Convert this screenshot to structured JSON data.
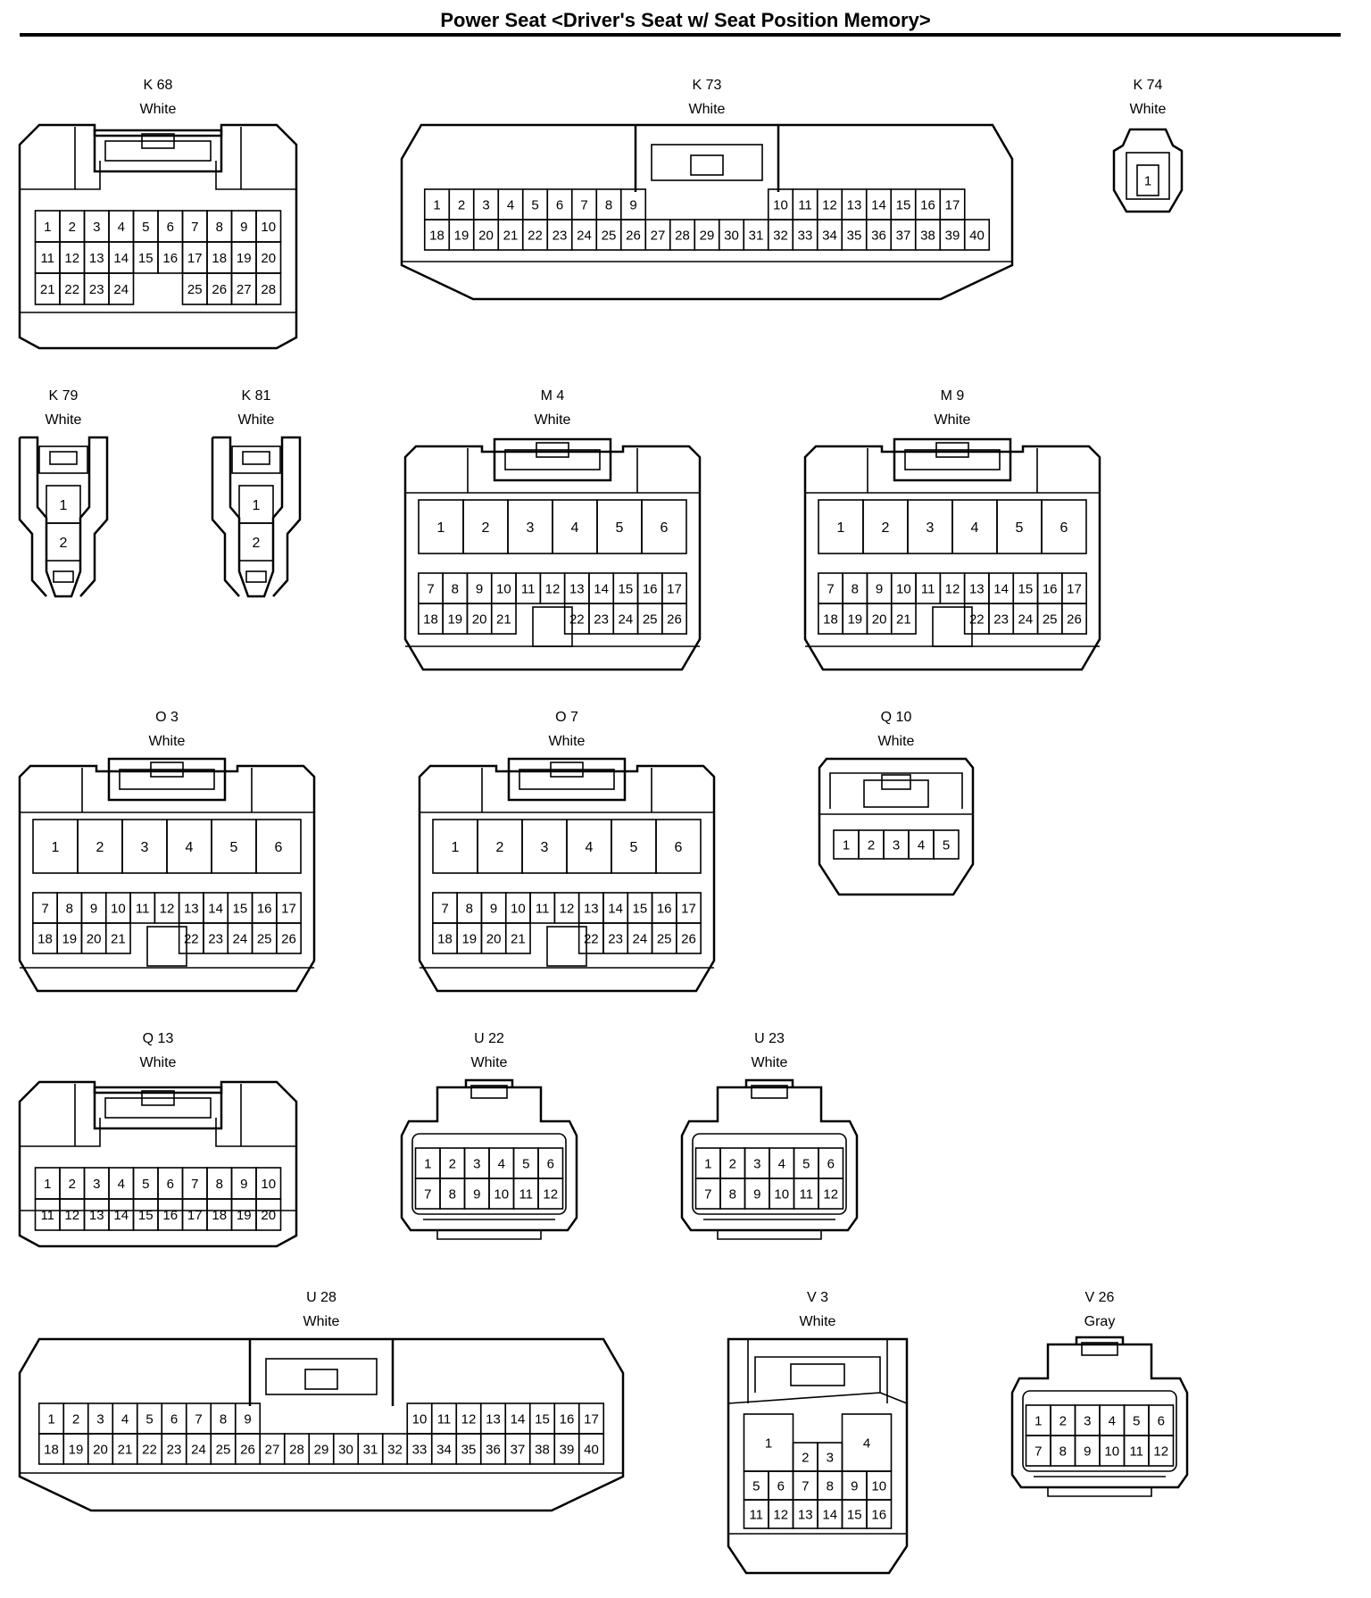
{
  "title": "Power Seat <Driver's Seat w/ Seat Position Memory>",
  "connectors": [
    {
      "id": "K 68",
      "color": "White",
      "style": "std",
      "rows": [
        [
          "1",
          "2",
          "3",
          "4",
          "5",
          "6",
          "7",
          "8",
          "9",
          "10"
        ],
        [
          "11",
          "12",
          "13",
          "14",
          "15",
          "16",
          "17",
          "18",
          "19",
          "20"
        ],
        [
          "21",
          "22",
          "23",
          "24",
          "",
          "",
          "25",
          "26",
          "27",
          "28"
        ]
      ]
    },
    {
      "id": "K 73",
      "color": "White",
      "style": "long",
      "rows": [
        [
          "1",
          "2",
          "3",
          "4",
          "5",
          "6",
          "7",
          "8",
          "9",
          "",
          "",
          "",
          "",
          "",
          "10",
          "11",
          "12",
          "13",
          "14",
          "15",
          "16",
          "17"
        ],
        [
          "18",
          "19",
          "20",
          "21",
          "22",
          "23",
          "24",
          "25",
          "26",
          "27",
          "28",
          "29",
          "30",
          "31",
          "32",
          "33",
          "34",
          "35",
          "36",
          "37",
          "38",
          "39",
          "40"
        ]
      ]
    },
    {
      "id": "K 74",
      "color": "White",
      "style": "single",
      "rows": [
        [
          "1"
        ]
      ]
    },
    {
      "id": "K 79",
      "color": "White",
      "style": "two",
      "rows": [
        [
          "1"
        ],
        [
          "2"
        ]
      ]
    },
    {
      "id": "K 81",
      "color": "White",
      "style": "two",
      "rows": [
        [
          "1"
        ],
        [
          "2"
        ]
      ]
    },
    {
      "id": "M 4",
      "color": "White",
      "style": "big",
      "rows": [
        [
          "1",
          "2",
          "3",
          "4",
          "5",
          "6"
        ],
        [
          "7",
          "8",
          "9",
          "10",
          "11",
          "12",
          "13",
          "14",
          "15",
          "16",
          "17"
        ],
        [
          "18",
          "19",
          "20",
          "21",
          "",
          "",
          "22",
          "23",
          "24",
          "25",
          "26"
        ]
      ]
    },
    {
      "id": "M 9",
      "color": "White",
      "style": "big",
      "rows": [
        [
          "1",
          "2",
          "3",
          "4",
          "5",
          "6"
        ],
        [
          "7",
          "8",
          "9",
          "10",
          "11",
          "12",
          "13",
          "14",
          "15",
          "16",
          "17"
        ],
        [
          "18",
          "19",
          "20",
          "21",
          "",
          "",
          "22",
          "23",
          "24",
          "25",
          "26"
        ]
      ]
    },
    {
      "id": "O 3",
      "color": "White",
      "style": "big",
      "rows": [
        [
          "1",
          "2",
          "3",
          "4",
          "5",
          "6"
        ],
        [
          "7",
          "8",
          "9",
          "10",
          "11",
          "12",
          "13",
          "14",
          "15",
          "16",
          "17"
        ],
        [
          "18",
          "19",
          "20",
          "21",
          "",
          "",
          "22",
          "23",
          "24",
          "25",
          "26"
        ]
      ]
    },
    {
      "id": "O 7",
      "color": "White",
      "style": "big",
      "rows": [
        [
          "1",
          "2",
          "3",
          "4",
          "5",
          "6"
        ],
        [
          "7",
          "8",
          "9",
          "10",
          "11",
          "12",
          "13",
          "14",
          "15",
          "16",
          "17"
        ],
        [
          "18",
          "19",
          "20",
          "21",
          "",
          "",
          "22",
          "23",
          "24",
          "25",
          "26"
        ]
      ]
    },
    {
      "id": "Q 10",
      "color": "White",
      "style": "small",
      "rows": [
        [
          "1",
          "2",
          "3",
          "4",
          "5"
        ]
      ]
    },
    {
      "id": "Q 13",
      "color": "White",
      "style": "std",
      "rows": [
        [
          "1",
          "2",
          "3",
          "4",
          "5",
          "6",
          "7",
          "8",
          "9",
          "10"
        ],
        [
          "11",
          "12",
          "13",
          "14",
          "15",
          "16",
          "17",
          "18",
          "19",
          "20"
        ]
      ]
    },
    {
      "id": "U 22",
      "color": "White",
      "style": "u",
      "rows": [
        [
          "1",
          "2",
          "3",
          "4",
          "5",
          "6"
        ],
        [
          "7",
          "8",
          "9",
          "10",
          "11",
          "12"
        ]
      ]
    },
    {
      "id": "U 23",
      "color": "White",
      "style": "u",
      "rows": [
        [
          "1",
          "2",
          "3",
          "4",
          "5",
          "6"
        ],
        [
          "7",
          "8",
          "9",
          "10",
          "11",
          "12"
        ]
      ]
    },
    {
      "id": "U 28",
      "color": "White",
      "style": "long",
      "rows": [
        [
          "1",
          "2",
          "3",
          "4",
          "5",
          "6",
          "7",
          "8",
          "9",
          "",
          "",
          "",
          "",
          "",
          "",
          "10",
          "11",
          "12",
          "13",
          "14",
          "15",
          "16",
          "17"
        ],
        [
          "18",
          "19",
          "20",
          "21",
          "22",
          "23",
          "24",
          "25",
          "26",
          "27",
          "28",
          "29",
          "30",
          "31",
          "32",
          "33",
          "34",
          "35",
          "36",
          "37",
          "38",
          "39",
          "40"
        ]
      ]
    },
    {
      "id": "V 3",
      "color": "White",
      "style": "v3",
      "rows": [
        [
          "1",
          "2",
          "3",
          "4"
        ],
        [
          "5",
          "6",
          "7",
          "8",
          "9",
          "10"
        ],
        [
          "11",
          "12",
          "13",
          "14",
          "15",
          "16"
        ]
      ]
    },
    {
      "id": "V 26",
      "color": "Gray",
      "style": "u",
      "rows": [
        [
          "1",
          "2",
          "3",
          "4",
          "5",
          "6"
        ],
        [
          "7",
          "8",
          "9",
          "10",
          "11",
          "12"
        ]
      ]
    }
  ]
}
